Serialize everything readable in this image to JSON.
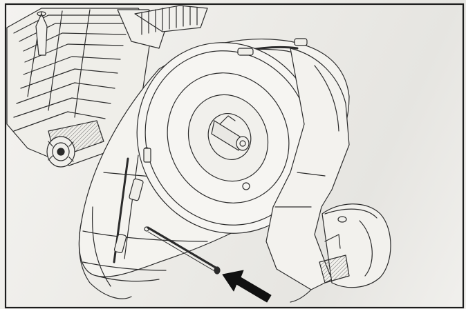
{
  "figure": {
    "kind": "exploded-view line drawing",
    "parts": [
      "engine-cylinder",
      "cooling-fins",
      "fan-housing",
      "flywheel",
      "crankshaft-end",
      "side-cover",
      "starter-cup",
      "long-bolt"
    ],
    "callout": "direction-arrow"
  },
  "colors": {
    "paper": "#ecebe7",
    "line": "#2b2b2b",
    "hatch": "#5a5a5a",
    "arrow": "#111111",
    "frame": "#1c1c1c"
  }
}
